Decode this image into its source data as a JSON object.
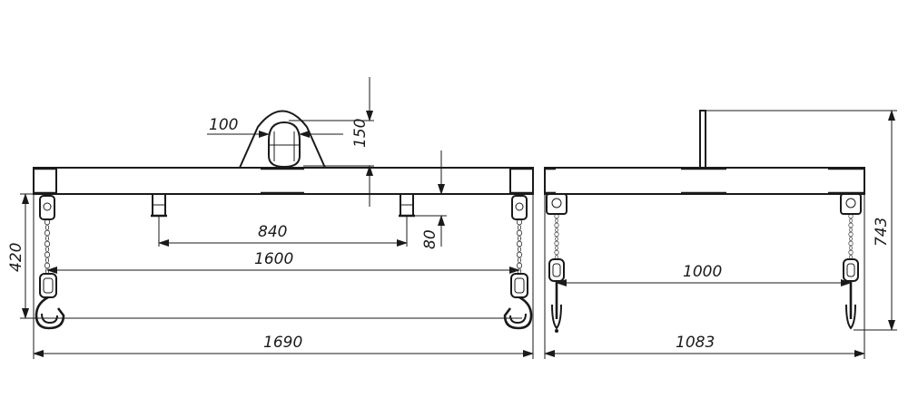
{
  "dimensions": {
    "eye_width": "100",
    "eye_height": "150",
    "fork_pocket_spacing": "840",
    "pocket_height": "80",
    "hook_spacing": "1600",
    "hook_height": "420",
    "beam_length": "1690",
    "side_hook_spacing": "1000",
    "overall_height": "743",
    "side_length": "1083"
  }
}
